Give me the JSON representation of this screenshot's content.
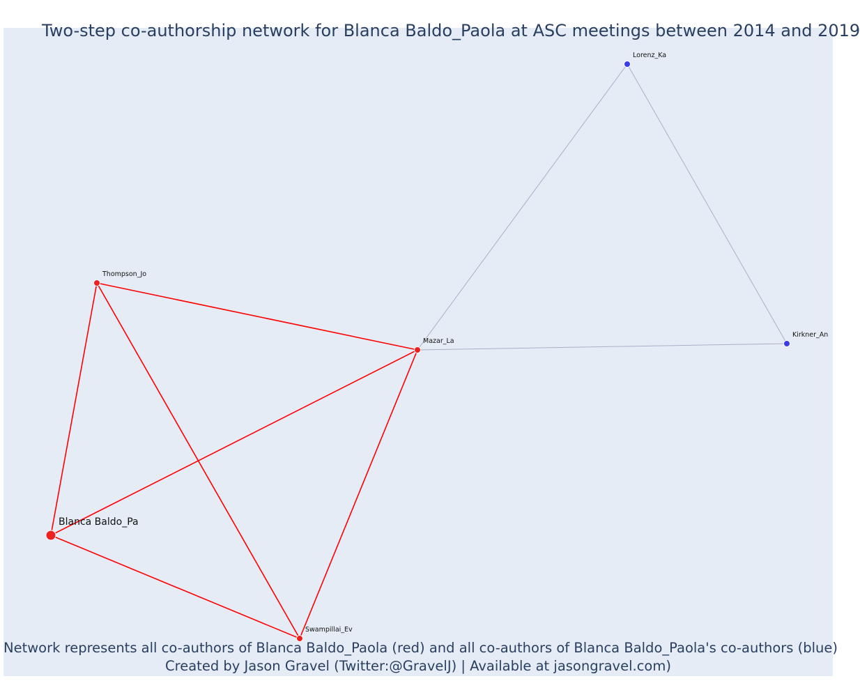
{
  "title": "Two-step co-authorship network for Blanca Baldo_Paola at ASC meetings between 2014 and 2019",
  "footer": {
    "line1": "Network represents all co-authors of Blanca Baldo_Paola (red) and all co-authors of Blanca Baldo_Paola's co-authors (blue)",
    "line2": "Created by Jason Gravel (Twitter:@GravelJ) | Available at jasongravel.com)"
  },
  "colors": {
    "first_step": "#ef2020",
    "second_step": "#3b3be8",
    "first_edge": "#ff0000",
    "second_edge": "#a9b0c6",
    "plot_bg": "#e5ecf6",
    "text": "#2a3f5f"
  },
  "nodes": [
    {
      "id": "baldo",
      "label": "Blanca Baldo_Pa",
      "group": "focal"
    },
    {
      "id": "thompson",
      "label": "Thompson_Jo",
      "group": "first"
    },
    {
      "id": "mazar",
      "label": "Mazar_La",
      "group": "first"
    },
    {
      "id": "swampillai",
      "label": "Swampillai_Ev",
      "group": "first"
    },
    {
      "id": "lorenz",
      "label": "Lorenz_Ka",
      "group": "second"
    },
    {
      "id": "kirkner",
      "label": "Kirkner_An",
      "group": "second"
    }
  ],
  "edges": [
    {
      "source": "baldo",
      "target": "thompson",
      "type": "first"
    },
    {
      "source": "baldo",
      "target": "mazar",
      "type": "first"
    },
    {
      "source": "baldo",
      "target": "swampillai",
      "type": "first"
    },
    {
      "source": "thompson",
      "target": "mazar",
      "type": "first"
    },
    {
      "source": "thompson",
      "target": "swampillai",
      "type": "first"
    },
    {
      "source": "mazar",
      "target": "swampillai",
      "type": "first"
    },
    {
      "source": "mazar",
      "target": "lorenz",
      "type": "second"
    },
    {
      "source": "mazar",
      "target": "kirkner",
      "type": "second"
    },
    {
      "source": "lorenz",
      "target": "kirkner",
      "type": "second"
    }
  ]
}
